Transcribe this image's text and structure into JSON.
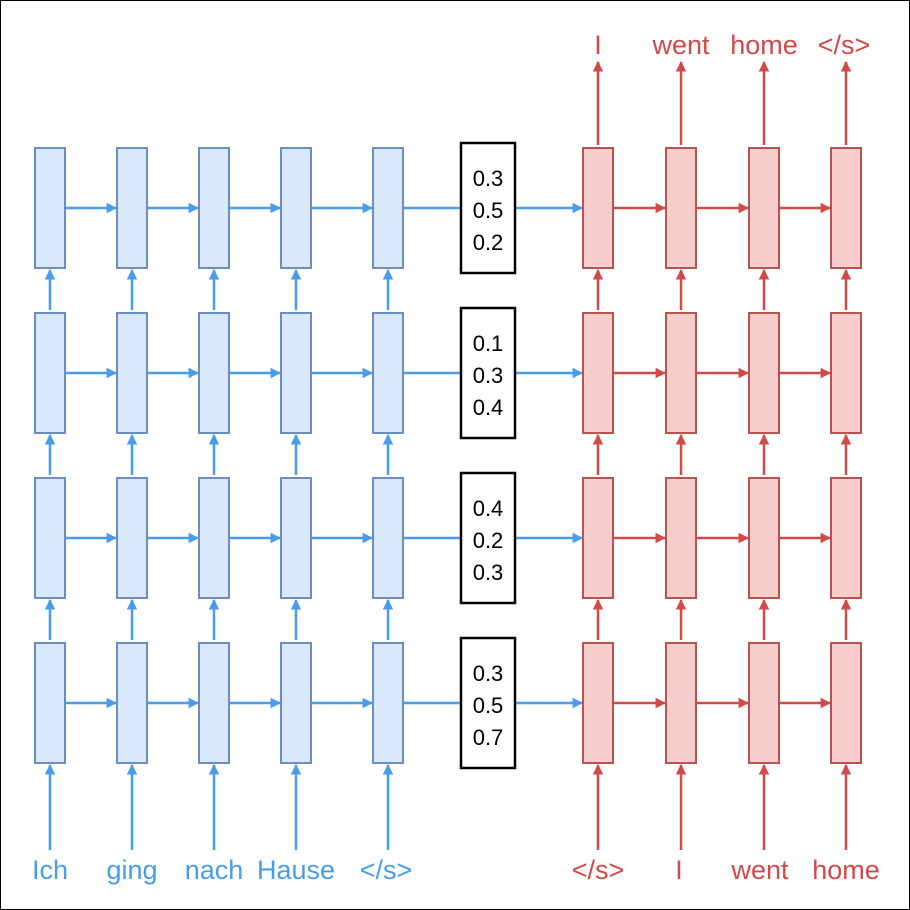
{
  "colors": {
    "encoder_fill": "#dae8fc",
    "encoder_stroke": "#6c8ebf",
    "encoder_arrow": "#4a9be8",
    "decoder_fill": "#f8cecc",
    "decoder_stroke": "#b85450",
    "decoder_arrow": "#d04a4a",
    "context_stroke": "#000000"
  },
  "encoder": {
    "inputs": [
      "Ich",
      "ging",
      "nach",
      "Hause",
      "</s>"
    ]
  },
  "decoder": {
    "inputs": [
      "</s>",
      "I",
      "went",
      "home"
    ],
    "outputs": [
      "I",
      "went",
      "home",
      "</s>"
    ]
  },
  "context_vectors": [
    [
      "0.3",
      "0.5",
      "0.2"
    ],
    [
      "0.1",
      "0.3",
      "0.4"
    ],
    [
      "0.4",
      "0.2",
      "0.3"
    ],
    [
      "0.3",
      "0.5",
      "0.7"
    ]
  ]
}
